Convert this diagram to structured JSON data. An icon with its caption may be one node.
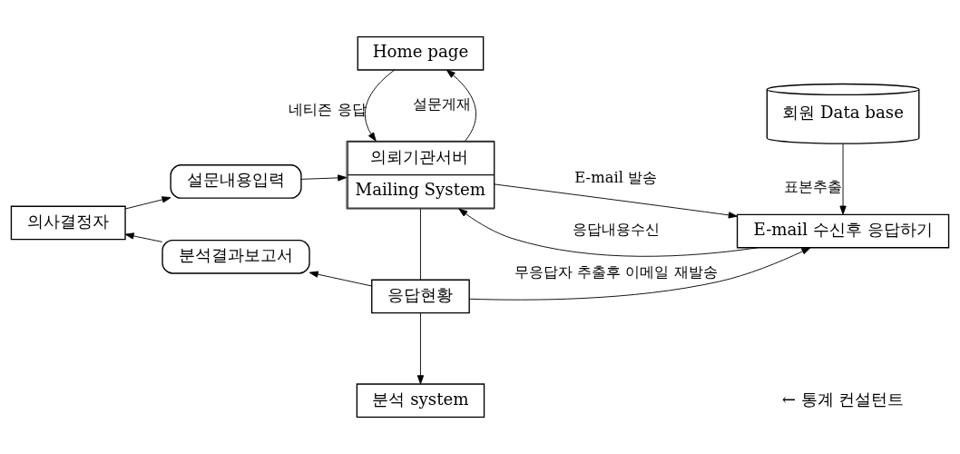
{
  "diagram": {
    "nodes": [
      {
        "text": [
          "의사결정자"
        ]
      },
      {
        "text": [
          "설문내용입력"
        ]
      },
      {
        "text": [
          "분석결과보고서"
        ]
      },
      {
        "text": [
          "Home page"
        ]
      },
      {
        "text": [
          "회원 Data base"
        ]
      },
      {
        "text": [
          "의뢰기관서버",
          "Mailing System"
        ]
      },
      {
        "text": [
          "E-mail 수신후 응답하기"
        ]
      },
      {
        "text": [
          "응답현황"
        ]
      },
      {
        "text": [
          "분석 system"
        ]
      }
    ],
    "edges": [
      {
        "from": 0,
        "to": 1,
        "arrow": "to"
      },
      {
        "from": 1,
        "to": 5,
        "arrow": "to"
      },
      {
        "from": 2,
        "to": 0,
        "arrow": "to"
      },
      {
        "from": 5,
        "to": 3,
        "arrow": "to",
        "label": "설문게재"
      },
      {
        "from": 3,
        "to": 5,
        "arrow": "to",
        "label": "네티즌 응답"
      },
      {
        "from": 5,
        "to": 6,
        "arrow": "to",
        "label": "E-mail 발송"
      },
      {
        "from": 4,
        "to": 6,
        "arrow": "to",
        "label": "표본추출"
      },
      {
        "from": 6,
        "to": 5,
        "arrow": "to",
        "label": "응답내용수신"
      },
      {
        "from": 5,
        "to": 7,
        "arrow": "none"
      },
      {
        "from": 7,
        "to": 2,
        "arrow": "to"
      },
      {
        "from": 7,
        "to": 6,
        "arrow": "to",
        "label": "무응답자 추출후 이메일 재발송"
      },
      {
        "from": 7,
        "to": 8,
        "arrow": "to"
      }
    ],
    "labels": [
      "← 통계 컨설턴트"
    ]
  }
}
